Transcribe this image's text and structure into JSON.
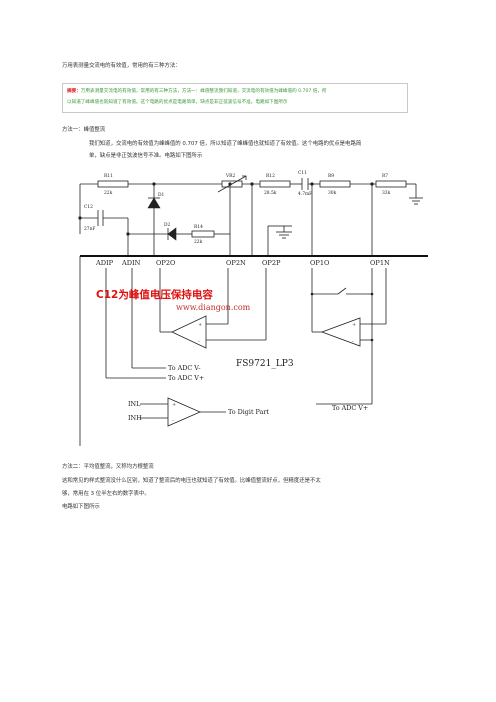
{
  "intro_text": "万用表测量交流电的有效值，常用的有三种方法：",
  "summary": {
    "label": "摘要：",
    "line1_rest": "万用表测量交流电的有效值，常用的有三种方法，方法一：峰值整流我们知道，交流电的有效值为峰峰值的 0.707 倍，所",
    "line2": "以知道了峰峰值也就知道了有效值。这个电路的优点是电路简单，缺点是非正弦波信号不准。电路如下图所示"
  },
  "method1": {
    "heading": "方法一：峰值整流",
    "para_line1": "我们知道，交流电的有效值为峰峰值的 0.707 倍，所以知道了峰峰值也就知道了有效值。这个电路的优点是电路简",
    "para_line2": "单，缺点是非正弦波信号不准。电路如下图所示"
  },
  "circuit": {
    "components": {
      "r11": "R11",
      "r11_val": "22k",
      "vr2": "VR2",
      "r12": "R12",
      "r12_val": "28.5k",
      "c11": "C11",
      "c11_val": "4.7mF",
      "r9": "R9",
      "r9_val": "30k",
      "r7": "R7",
      "r7_val": "33k",
      "c12": "C12",
      "c12_val": "27nF",
      "d1": "D1",
      "d2": "D2",
      "r14": "R14",
      "r14_val": "22k"
    },
    "pins": [
      "ADIP",
      "ADIN",
      "OP2O",
      "OP2N",
      "OP2P",
      "OP1O",
      "OP1N"
    ],
    "red_caption": "C12为峰值电压保持电容",
    "watermark_url": "www.diangon.com",
    "adc_neg": "To ADC V-",
    "adc_pos": "To ADC V+",
    "chip_name": "FS9721_LP3",
    "inl": "INL",
    "inh": "INH",
    "digit_part": "To Digit Part",
    "adc_pos_right": "To ADC V+",
    "plus": "+",
    "minus": "-"
  },
  "method2": {
    "heading": "方法二：平均值整流，又称均方根整流",
    "line1": "这和常见的样式整流没什么区别，知道了整流后的电压也就知道了有效值。比峰值整流好点，但精度还是不太",
    "line2": "够，常用在 3 位半左右的数字表中。",
    "line3": "电路如下图所示"
  },
  "colors": {
    "summary_text": "#3a9a3a",
    "summary_label": "#d22222",
    "caption_red": "#e01010",
    "watermark": "#c23030"
  }
}
